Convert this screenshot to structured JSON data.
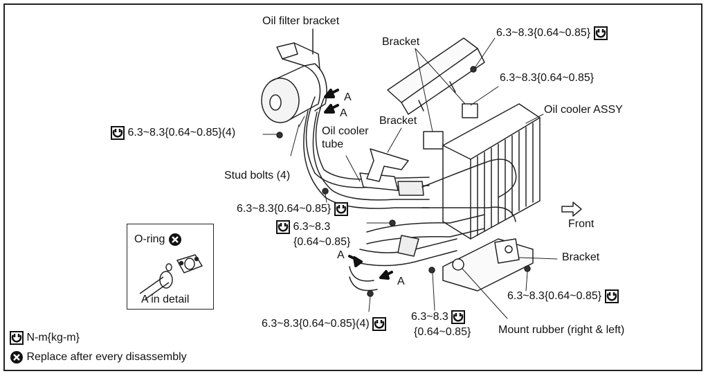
{
  "labels": {
    "oil_filter_bracket": "Oil filter bracket",
    "bracket_top": "Bracket",
    "torque_top_right": "6.3~8.3{0.64~0.85}",
    "torque_mid_right": "6.3~8.3{0.64~0.85}",
    "oil_cooler_assy": "Oil cooler ASSY",
    "bracket_mid": "Bracket",
    "oil_cooler_tube": "Oil cooler\ntube",
    "torque_left_4": "6.3~8.3{0.64~0.85}(4)",
    "stud_bolts": "Stud bolts (4)",
    "torque_center": "6.3~8.3{0.64~0.85}",
    "torque_center2_line1": "6.3~8.3",
    "torque_center2_line2": "{0.64~0.85}",
    "front": "Front",
    "bracket_right": "Bracket",
    "torque_bottom_right": "6.3~8.3{0.64~0.85}",
    "torque_bottom_4": "6.3~8.3{0.64~0.85}(4)",
    "torque_bottom2_line1": "6.3~8.3",
    "torque_bottom2_line2": "{0.64~0.85}",
    "mount_rubber": "Mount rubber (right & left)",
    "arrow_a1": "A",
    "arrow_a2": "A",
    "arrow_a3": "A",
    "arrow_a4": "A"
  },
  "detail": {
    "o_ring": "O-ring",
    "caption": "A in detail"
  },
  "legend": {
    "torque_unit": "N-m{kg-m}",
    "replace_note": "Replace after every disassembly"
  }
}
